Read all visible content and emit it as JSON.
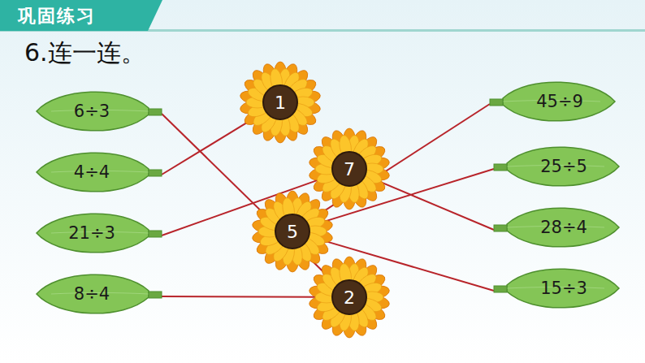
{
  "diagram": {
    "title": "6.连一连。",
    "nodes": [
      {
        "text": [
          "6÷3"
        ]
      },
      {
        "text": [
          "4÷4"
        ]
      },
      {
        "text": [
          "21÷3"
        ]
      },
      {
        "text": [
          "8÷4"
        ]
      },
      {
        "text": [
          "1"
        ]
      },
      {
        "text": [
          "7"
        ]
      },
      {
        "text": [
          "5"
        ]
      },
      {
        "text": [
          "2"
        ]
      },
      {
        "text": [
          "45÷9"
        ]
      },
      {
        "text": [
          "25÷5"
        ]
      },
      {
        "text": [
          "28÷4"
        ]
      },
      {
        "text": [
          "15÷3"
        ]
      }
    ],
    "edges": [
      {
        "from": 0,
        "to": 7,
        "arrow": "none"
      },
      {
        "from": 1,
        "to": 4,
        "arrow": "none"
      },
      {
        "from": 2,
        "to": 5,
        "arrow": "none"
      },
      {
        "from": 3,
        "to": 7,
        "arrow": "none"
      },
      {
        "from": 6,
        "to": 8,
        "arrow": "none"
      },
      {
        "from": 6,
        "to": 9,
        "arrow": "none"
      },
      {
        "from": 5,
        "to": 10,
        "arrow": "none"
      },
      {
        "from": 6,
        "to": 11,
        "arrow": "none"
      }
    ],
    "labels": [
      "巩固练习"
    ]
  }
}
